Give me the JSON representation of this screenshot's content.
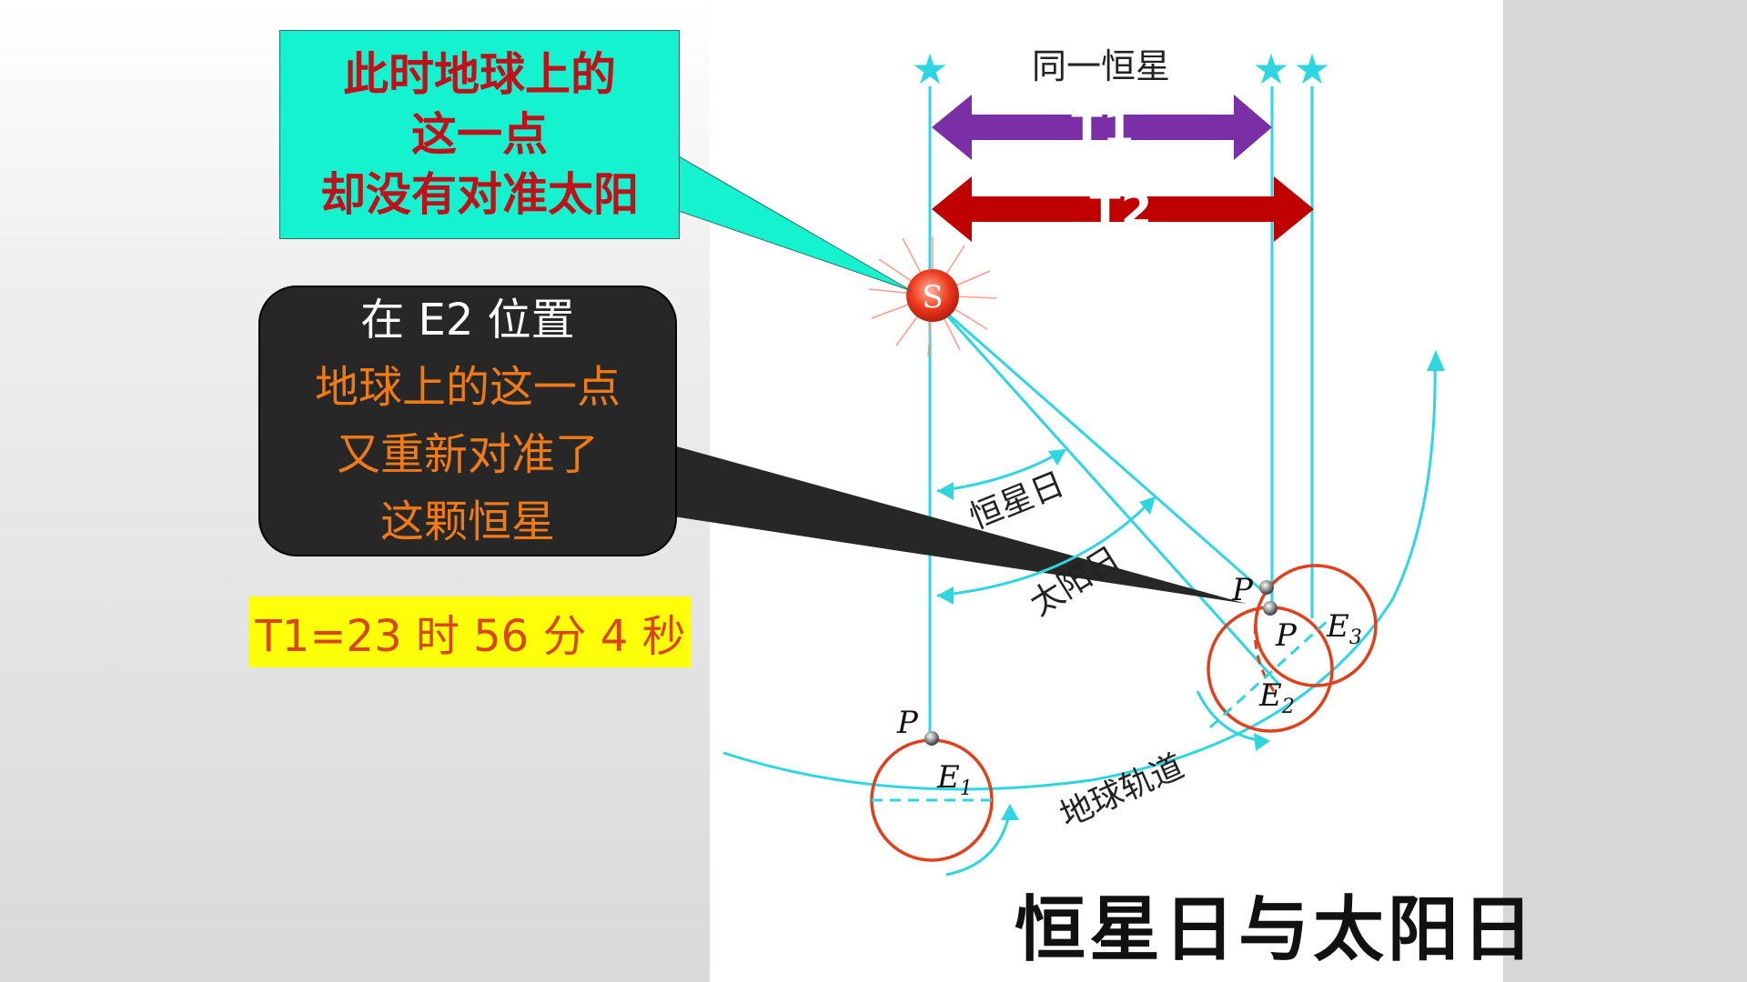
{
  "callout_green": {
    "lines": [
      "此时地球上的",
      "这一点",
      "却没有对准太阳"
    ]
  },
  "callout_dark": {
    "heading": "在 E2 位置",
    "body_lines": [
      "地球上的这一点",
      "又重新对准了",
      "这颗恒星"
    ]
  },
  "yellow_note": "T1=23 时 56 分 4 秒",
  "diagram": {
    "same_star_label": "同一恒星",
    "t1_label": "T1",
    "t2_label": "T2",
    "sun_label": "S",
    "sidereal_day_label": "恒星日",
    "solar_day_label": "太阳日",
    "orbit_label": "地球轨道",
    "point_label": "P",
    "e1_label": "E",
    "e1_sub": "1",
    "e2_label": "E",
    "e2_sub": "2",
    "e3_label": "E",
    "e3_sub": "3"
  },
  "title": "恒星日与太阳日",
  "colors": {
    "callout_green_bg": "#14f2cf",
    "callout_text_red": "#c0101a",
    "callout_dark_bg": "#272727",
    "orange_text": "#f07a16",
    "yellow_bg": "#ffff0a",
    "cyan_lines": "#2ed6e2",
    "t1_arrow": "#7b2fa6",
    "t2_arrow": "#c00000",
    "earth_circle": "#e0401c"
  }
}
